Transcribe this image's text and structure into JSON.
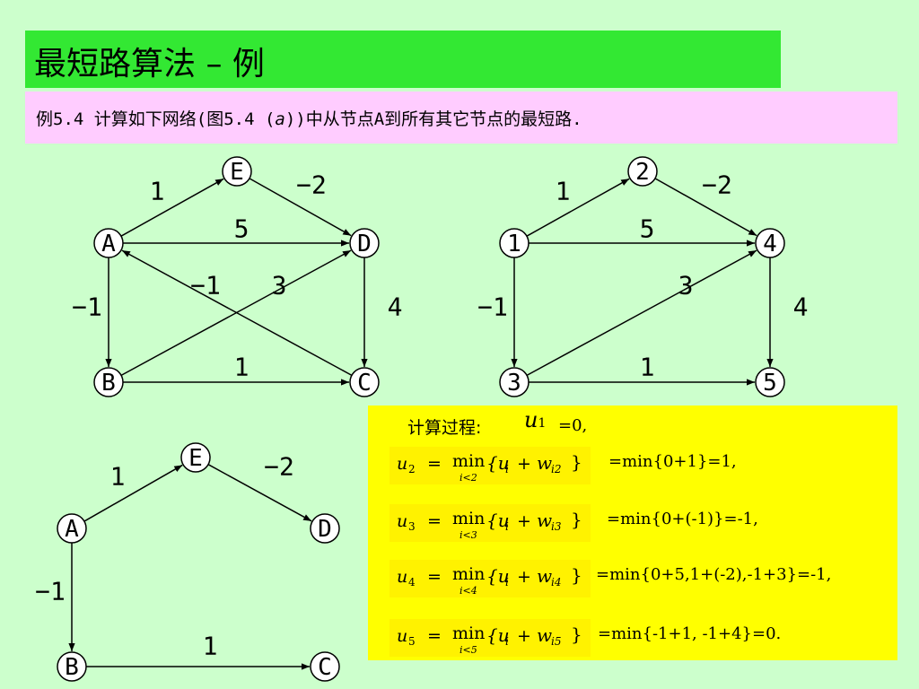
{
  "slide": {
    "title": "最短路算法 – 例",
    "subtitle_prefix": "例5.4 计算如下网络(图5.4 (",
    "subtitle_italic": "a",
    "subtitle_suffix": "))中从节点A到所有其它节点的最短路."
  },
  "colors": {
    "background": "#ccffcc",
    "title_bar": "#33e833",
    "subtitle_bar": "#ffccff",
    "calc_panel": "#ffff00"
  },
  "graphs": {
    "letters": {
      "nodes": [
        "A",
        "E",
        "D",
        "B",
        "C"
      ],
      "edges": [
        {
          "from": "A",
          "to": "E",
          "weight": "1"
        },
        {
          "from": "E",
          "to": "D",
          "weight": "−2"
        },
        {
          "from": "A",
          "to": "D",
          "weight": "5"
        },
        {
          "from": "A",
          "to": "B",
          "weight": "−1"
        },
        {
          "from": "C",
          "to": "A",
          "weight": "−1"
        },
        {
          "from": "B",
          "to": "D",
          "weight": "3"
        },
        {
          "from": "D",
          "to": "C",
          "weight": "4"
        },
        {
          "from": "B",
          "to": "C",
          "weight": "1"
        }
      ]
    },
    "numbers": {
      "nodes": [
        "1",
        "2",
        "4",
        "3",
        "5"
      ],
      "edges": [
        {
          "from": "1",
          "to": "2",
          "weight": "1"
        },
        {
          "from": "2",
          "to": "4",
          "weight": "−2"
        },
        {
          "from": "1",
          "to": "4",
          "weight": "5"
        },
        {
          "from": "1",
          "to": "3",
          "weight": "−1"
        },
        {
          "from": "3",
          "to": "4",
          "weight": "3"
        },
        {
          "from": "4",
          "to": "5",
          "weight": "4"
        },
        {
          "from": "3",
          "to": "5",
          "weight": "1"
        }
      ]
    },
    "tree": {
      "nodes": [
        "A",
        "E",
        "D",
        "B",
        "C"
      ],
      "edges": [
        {
          "from": "A",
          "to": "E",
          "weight": "1"
        },
        {
          "from": "E",
          "to": "D",
          "weight": "−2"
        },
        {
          "from": "A",
          "to": "B",
          "weight": "−1"
        },
        {
          "from": "B",
          "to": "C",
          "weight": "1"
        }
      ]
    }
  },
  "calc": {
    "label": "计算过程:",
    "u1_symbol": "u",
    "u1_sub": "1",
    "u1_value": "=0,",
    "rows": [
      {
        "u": "u",
        "sub": "2",
        "eq": "=",
        "min": "min",
        "under": "i<2",
        "term": "{u",
        "term_sub": "i",
        "plus": "+",
        "w": "w",
        "w_sub": "i2",
        "close": "}",
        "result": "=min{0+1}=1,"
      },
      {
        "u": "u",
        "sub": "3",
        "eq": "=",
        "min": "min",
        "under": "i<3",
        "term": "{u",
        "term_sub": "i",
        "plus": "+",
        "w": "w",
        "w_sub": "i3",
        "close": "}",
        "result": "=min{0+(-1)}=-1,"
      },
      {
        "u": "u",
        "sub": "4",
        "eq": "=",
        "min": "min",
        "under": "i<4",
        "term": "{u",
        "term_sub": "i",
        "plus": "+",
        "w": "w",
        "w_sub": "i4",
        "close": "}",
        "result": "=min{0+5,1+(-2),-1+3}=-1,"
      },
      {
        "u": "u",
        "sub": "5",
        "eq": "=",
        "min": "min",
        "under": "i<5",
        "term": "{u",
        "term_sub": "i",
        "plus": "+",
        "w": "w",
        "w_sub": "i5",
        "close": "}",
        "result": "=min{-1+1, -1+4}=0."
      }
    ]
  }
}
